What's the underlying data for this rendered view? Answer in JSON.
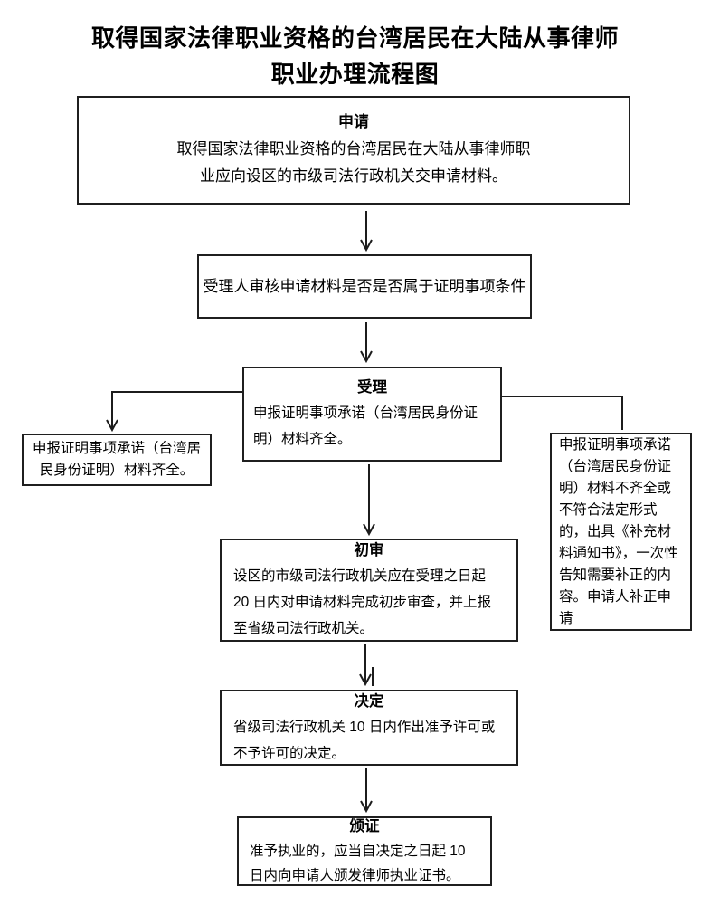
{
  "page": {
    "title": "取得国家法律职业资格的台湾居民在大陆从事律师职业办理流程图"
  },
  "colors": {
    "background": "#ffffff",
    "line": "#1c1c1c",
    "border": "#1f1f1f",
    "text": "#000000"
  },
  "flow": {
    "apply": {
      "title": "申请",
      "body": "取得国家法律职业资格的台湾居民在大陆从事律师职业应向设区的市级司法行政机关交申请材料。"
    },
    "review_check": {
      "body": "受理人审核申请材料是否是否属于证明事项条件"
    },
    "accept": {
      "title": "受理",
      "body": "申报证明事项承诺（台湾居民身份证明）材料齐全。"
    },
    "materials_complete": {
      "body": "申报证明事项承诺（台湾居民身份证明）材料齐全。"
    },
    "materials_incomplete": {
      "body": "申报证明事项承诺（台湾居民身份证明）材料不齐全或不符合法定形式的，出具《补充材料通知书》，一次性告知需要补正的内容。申请人补正申请"
    },
    "initial_review": {
      "title": "初审",
      "body": "设区的市级司法行政机关应在受理之日起 20 日内对申请材料完成初步审查，并上报至省级司法行政机关。"
    },
    "decision": {
      "title": "决定",
      "body": "省级司法行政机关 10 日内作出准予许可或不予许可的决定。"
    },
    "certificate": {
      "title": "颁证",
      "body": "准予执业的，应当自决定之日起 10 日内向申请人颁发律师执业证书。"
    }
  }
}
